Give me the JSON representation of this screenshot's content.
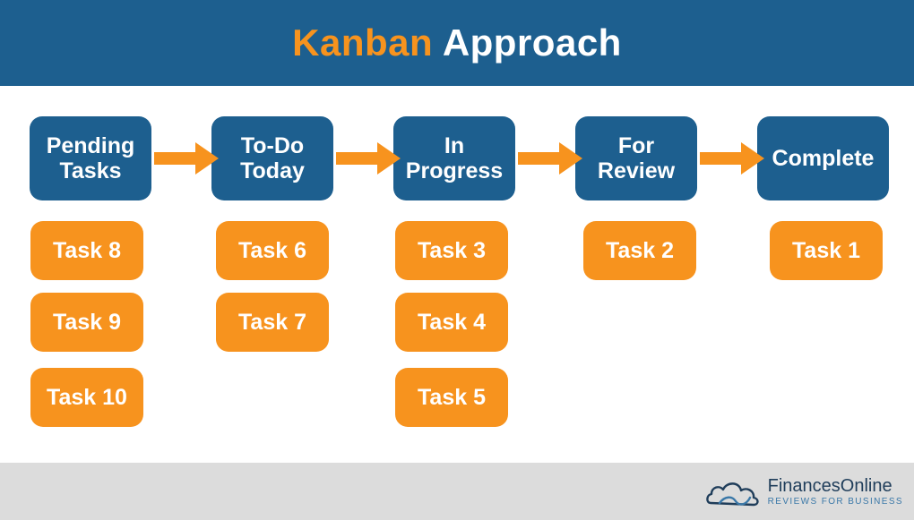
{
  "header": {
    "title_accent": "Kanban",
    "title_main": "Approach"
  },
  "columns": [
    {
      "label_line1": "Pending",
      "label_line2": "Tasks",
      "tasks": [
        "Task 8",
        "Task 9",
        "Task 10"
      ]
    },
    {
      "label_line1": "To-Do",
      "label_line2": "Today",
      "tasks": [
        "Task 6",
        "Task 7"
      ]
    },
    {
      "label_line1": "In",
      "label_line2": "Progress",
      "tasks": [
        "Task 3",
        "Task 4",
        "Task 5"
      ]
    },
    {
      "label_line1": "For",
      "label_line2": "Review",
      "tasks": [
        "Task 2"
      ]
    },
    {
      "label_line1": "Complete",
      "label_line2": "",
      "tasks": [
        "Task 1"
      ]
    }
  ],
  "footer": {
    "brand_name": "FinancesOnline",
    "brand_tagline": "REVIEWS FOR BUSINESS"
  },
  "colors": {
    "primary_blue": "#1d5f8f",
    "accent_orange": "#f7931e",
    "footer_gray": "#dcdcdc"
  },
  "icons": {
    "flow_arrow": "arrow-right-icon",
    "brand_logo": "cloud-logo-icon"
  }
}
